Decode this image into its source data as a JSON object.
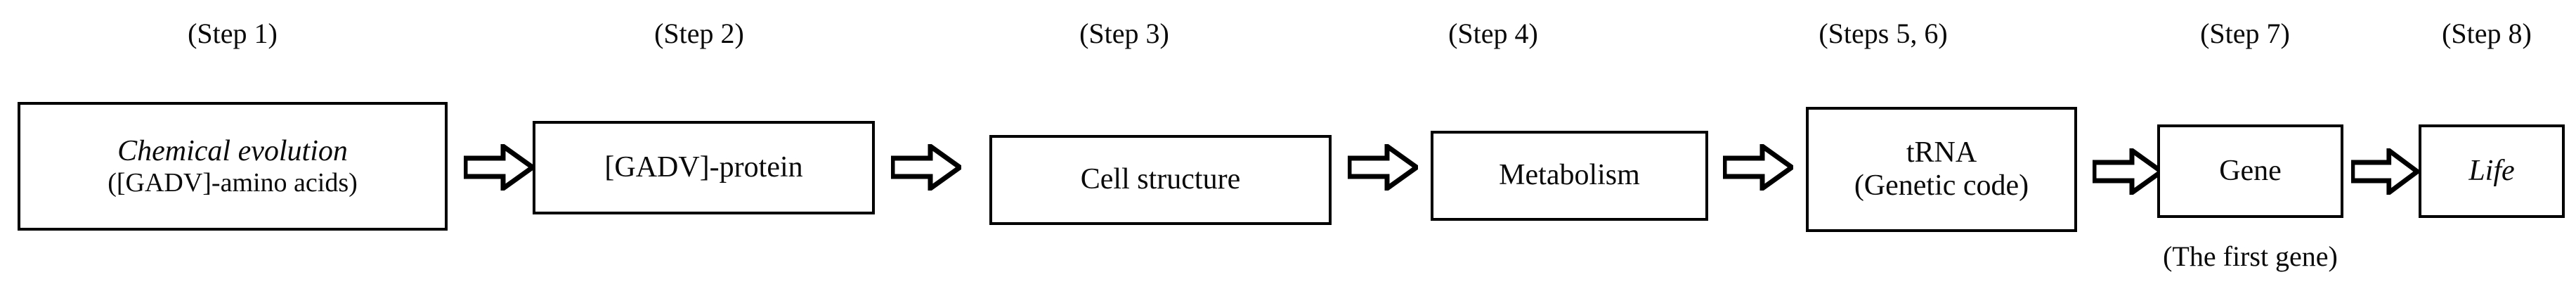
{
  "diagram": {
    "title": "Eight-step flow from chemical evolution to life",
    "background_color": "#ffffff",
    "stroke_color": "#000000",
    "steps": [
      {
        "label": "(Step 1)",
        "box_lines": [
          "Chemical evolution",
          "([GADV]-amino acids)"
        ],
        "italic_first_line": true
      },
      {
        "label": "(Step 2)",
        "box_lines": [
          "[GADV]-protein"
        ],
        "italic_first_line": false
      },
      {
        "label": "(Step 3)",
        "box_lines": [
          "Cell structure"
        ],
        "italic_first_line": false
      },
      {
        "label": "(Step 4)",
        "box_lines": [
          "Metabolism"
        ],
        "italic_first_line": false
      },
      {
        "label": "(Steps 5, 6)",
        "box_lines": [
          "tRNA",
          "(Genetic code)"
        ],
        "italic_first_line": false
      },
      {
        "label": "(Step 7)",
        "box_lines": [
          "Gene"
        ],
        "italic_first_line": false,
        "caption": "(The first gene)"
      },
      {
        "label": "(Step 8)",
        "box_lines": [
          "Life"
        ],
        "italic_first_line": true
      }
    ],
    "arrows": [
      {
        "name": "arrow-step1-to-step2"
      },
      {
        "name": "arrow-step2-to-step3"
      },
      {
        "name": "arrow-step3-to-step4"
      },
      {
        "name": "arrow-step4-to-step5"
      },
      {
        "name": "arrow-step5-to-step7"
      },
      {
        "name": "arrow-step7-to-step8"
      }
    ]
  }
}
